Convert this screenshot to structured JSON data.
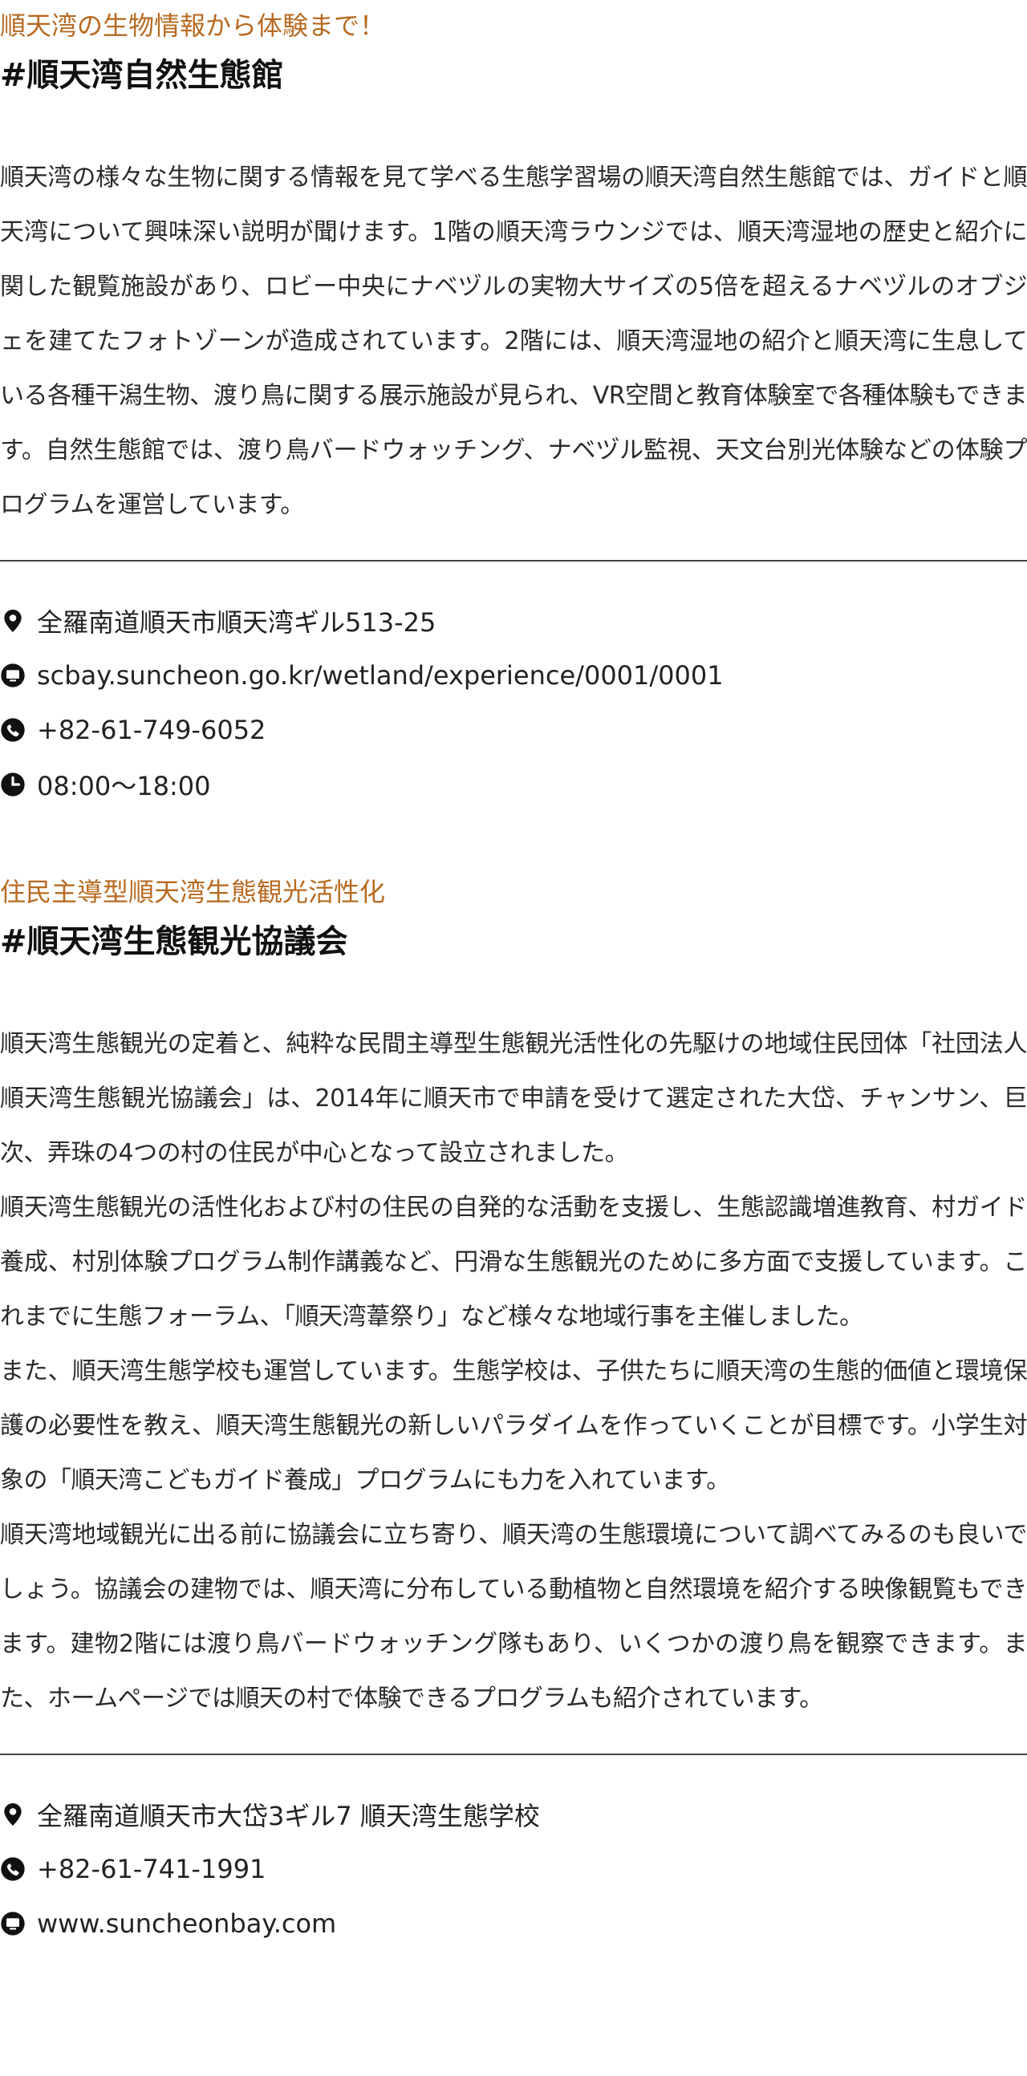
{
  "sections": [
    {
      "subtitle": "順天湾の生物情報から体験まで！",
      "title": "#順天湾自然生態館",
      "paragraphs": [
        "順天湾の様々な生物に関する情報を見て学べる生態学習場の順天湾自然生態館では、ガイドと順天湾について興味深い説明が聞けます。1階の順天湾ラウンジでは、順天湾湿地の歴史と紹介に関した観覧施設があり、ロビー中央にナベヅルの実物大サイズの5倍を超えるナベヅルのオブジェを建てたフォトゾーンが造成されています。2階には、順天湾湿地の紹介と順天湾に生息している各種干潟生物、渡り鳥に関する展示施設が見られ、VR空間と教育体験室で各種体験もできます。自然生態館では、渡り鳥バードウォッチング、ナベヅル監視、天文台別光体験などの体験プログラムを運営しています。"
      ],
      "info": {
        "address": "全羅南道順天市順天湾ギル513-25",
        "website": "scbay.suncheon.go.kr/wetland/experience/0001/0001",
        "phone": "+82-61-749-6052",
        "hours": "08:00～18:00"
      }
    },
    {
      "subtitle": "住民主導型順天湾生態観光活性化",
      "title": "#順天湾生態観光協議会",
      "paragraphs": [
        "順天湾生態観光の定着と、純粋な民間主導型生態観光活性化の先駆けの地域住民団体「社団法人順天湾生態観光協議会」は、2014年に順天市で申請を受けて選定された大岱、チャンサン、巨次、弄珠の4つの村の住民が中心となって設立されました。",
        "順天湾生態観光の活性化および村の住民の自発的な活動を支援し、生態認識増進教育、村ガイド養成、村別体験プログラム制作講義など、円滑な生態観光のために多方面で支援しています。これまでに生態フォーラム、「順天湾葦祭り」など様々な地域行事を主催しました。",
        "また、順天湾生態学校も運営しています。生態学校は、子供たちに順天湾の生態的価値と環境保護の必要性を教え、順天湾生態観光の新しいパラダイムを作っていくことが目標です。小学生対象の「順天湾こどもガイド養成」プログラムにも力を入れています。",
        "順天湾地域観光に出る前に協議会に立ち寄り、順天湾の生態環境について調べてみるのも良いでしょう。協議会の建物では、順天湾に分布している動植物と自然環境を紹介する映像観覧もできます。建物2階には渡り鳥バードウォッチング隊もあり、いくつかの渡り鳥を観察できます。また、ホームページでは順天の村で体験できるプログラムも紹介されています。"
      ],
      "info": {
        "address": "全羅南道順天市大岱3ギル7 順天湾生態学校",
        "phone": "+82-61-741-1991",
        "website": "www.suncheonbay.com"
      }
    }
  ],
  "icons": {
    "address": "map-pin-icon",
    "website": "monitor-icon",
    "phone": "phone-icon",
    "hours": "clock-icon"
  },
  "colors": {
    "accent": "#b86a22",
    "text": "#222222",
    "rule": "#444444"
  }
}
